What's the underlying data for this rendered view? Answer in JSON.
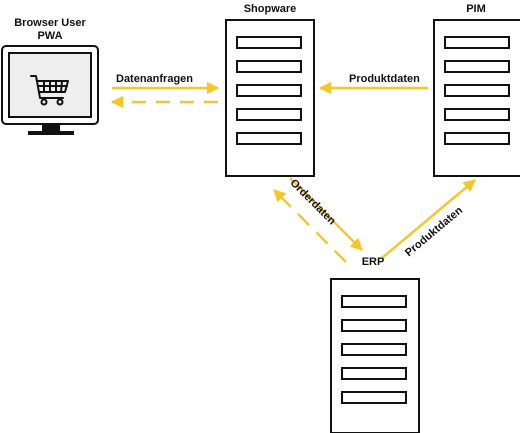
{
  "nodes": {
    "client": {
      "title_line1": "Browser User",
      "title_line2": "PWA",
      "icon": "shopping-cart-icon"
    },
    "shopware": {
      "title": "Shopware"
    },
    "pim": {
      "title": "PIM"
    },
    "erp": {
      "title": "ERP"
    }
  },
  "edges": {
    "datenanfragen": "Datenanfragen",
    "pim_produktdaten": "Produktdaten",
    "orderdaten": "Orderdaten",
    "erp_produktdaten": "Produktdaten"
  },
  "colors": {
    "arrow": "#f5c72c",
    "outline": "#111111",
    "screen": "#eeeeee"
  }
}
